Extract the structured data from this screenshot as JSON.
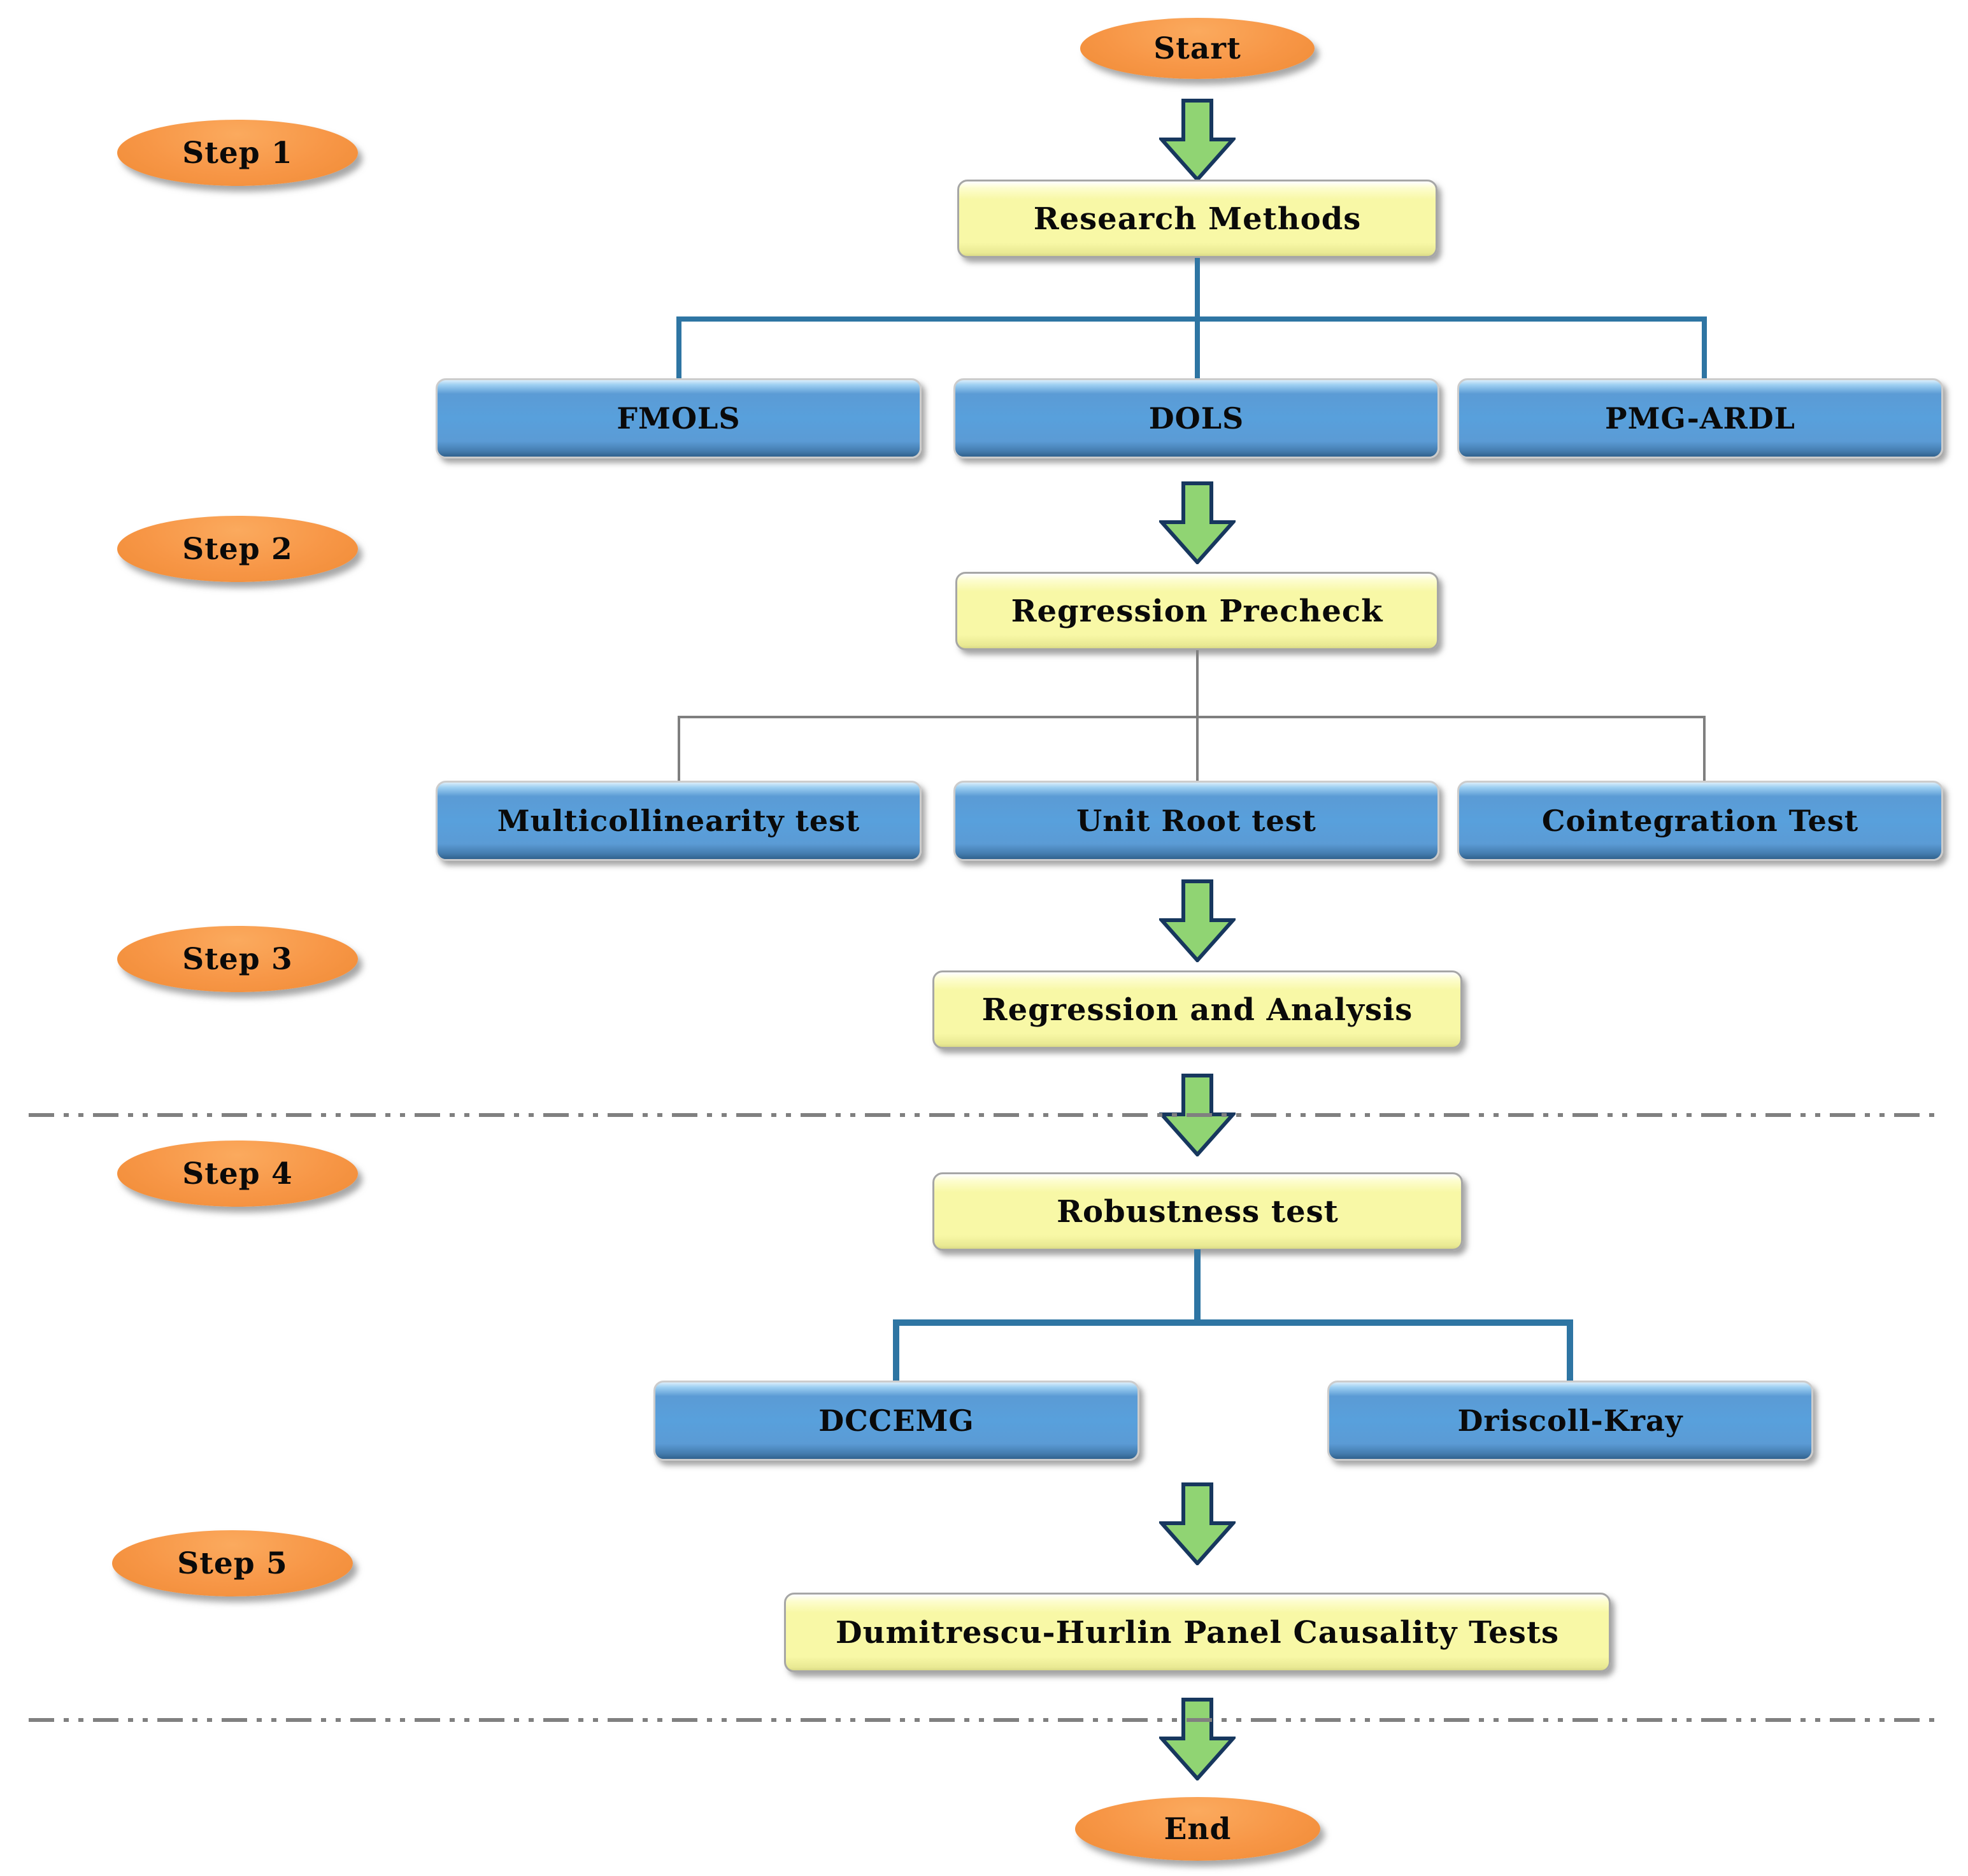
{
  "figure": {
    "type": "flowchart",
    "terminals": {
      "start": "Start",
      "end": "End"
    },
    "steps": [
      {
        "label": "Step 1"
      },
      {
        "label": "Step 2"
      },
      {
        "label": "Step 3"
      },
      {
        "label": "Step 4"
      },
      {
        "label": "Step 5"
      }
    ],
    "process": {
      "research_methods": "Research Methods",
      "regression_precheck": "Regression Precheck",
      "regression_analysis": "Regression and Analysis",
      "robustness_test": "Robustness test",
      "dumitrescu_hurlin": "Dumitrescu-Hurlin Panel Causality Tests"
    },
    "methods": {
      "fmols": "FMOLS",
      "dols": "DOLS",
      "pmg_ardl": "PMG-ARDL"
    },
    "prechecks": {
      "multicollinearity": "Multicollinearity test",
      "unit_root": "Unit Root test",
      "cointegration": "Cointegration Test"
    },
    "robustness_methods": {
      "dccemg": "DCCEMG",
      "driscoll_kray": "Driscoll-Kray"
    }
  },
  "colors": {
    "ellipse_orange": "#F79646",
    "process_yellow": "#F8F8A6",
    "method_blue": "#5B9BD5",
    "arrow_green": "#90D473",
    "arrow_outline": "#17375E",
    "connector_teal": "#2E75A3",
    "connector_gray": "#7F7F7F",
    "divider_gray": "#808080",
    "text_black": "#0A0A0A"
  }
}
